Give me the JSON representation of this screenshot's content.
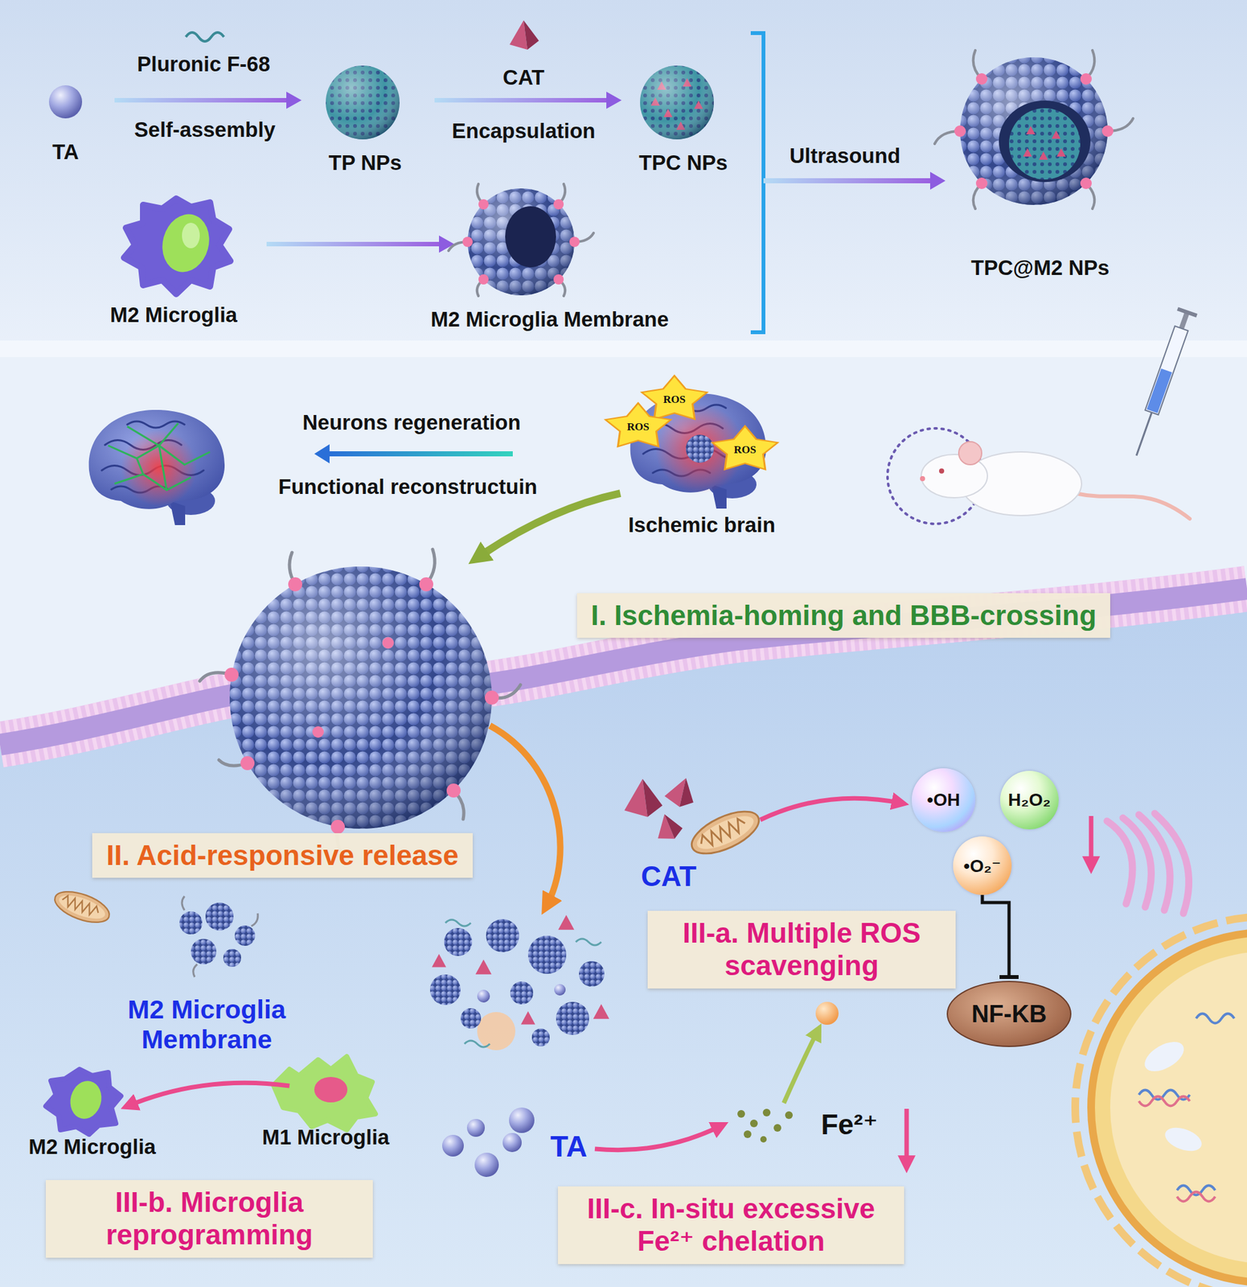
{
  "diagram": {
    "nodes": [
      {
        "text": [
          "I. Ischemia-homing and BBB-crossing"
        ]
      },
      {
        "text": [
          "•OH"
        ]
      },
      {
        "text": [
          "H₂O₂"
        ]
      },
      {
        "text": [
          "II. Acid-responsive release"
        ]
      },
      {
        "text": [
          "•O₂⁻"
        ]
      },
      {
        "text": [
          "III-a. Multiple ROS scavenging"
        ]
      },
      {
        "text": [
          "NF-KB"
        ]
      },
      {
        "text": [
          "III-b. Microglia reprogramming"
        ]
      },
      {
        "text": [
          "III-c. In-situ excessive Fe²⁺ chelation"
        ]
      }
    ],
    "edges": [
      {
        "from": 4,
        "to": 6,
        "arrow": "to"
      }
    ],
    "labels": [
      "Pluronic F-68",
      "Self-assembly",
      "CAT",
      "Encapsulation",
      "TA",
      "TP NPs",
      "TPC NPs",
      "Ultrasound",
      "M2 Microglia",
      "M2 Microglia Membrane",
      "TPC@M2 NPs",
      "Neurons regeneration",
      "ROS",
      "ROS",
      "ROS",
      "Functional reconstructuin",
      "Ischemic brain",
      "CAT",
      "M2 Microglia Membrane",
      "M1 Microglia",
      "M2 Microglia",
      "TA",
      "Fe²⁺"
    ]
  }
}
